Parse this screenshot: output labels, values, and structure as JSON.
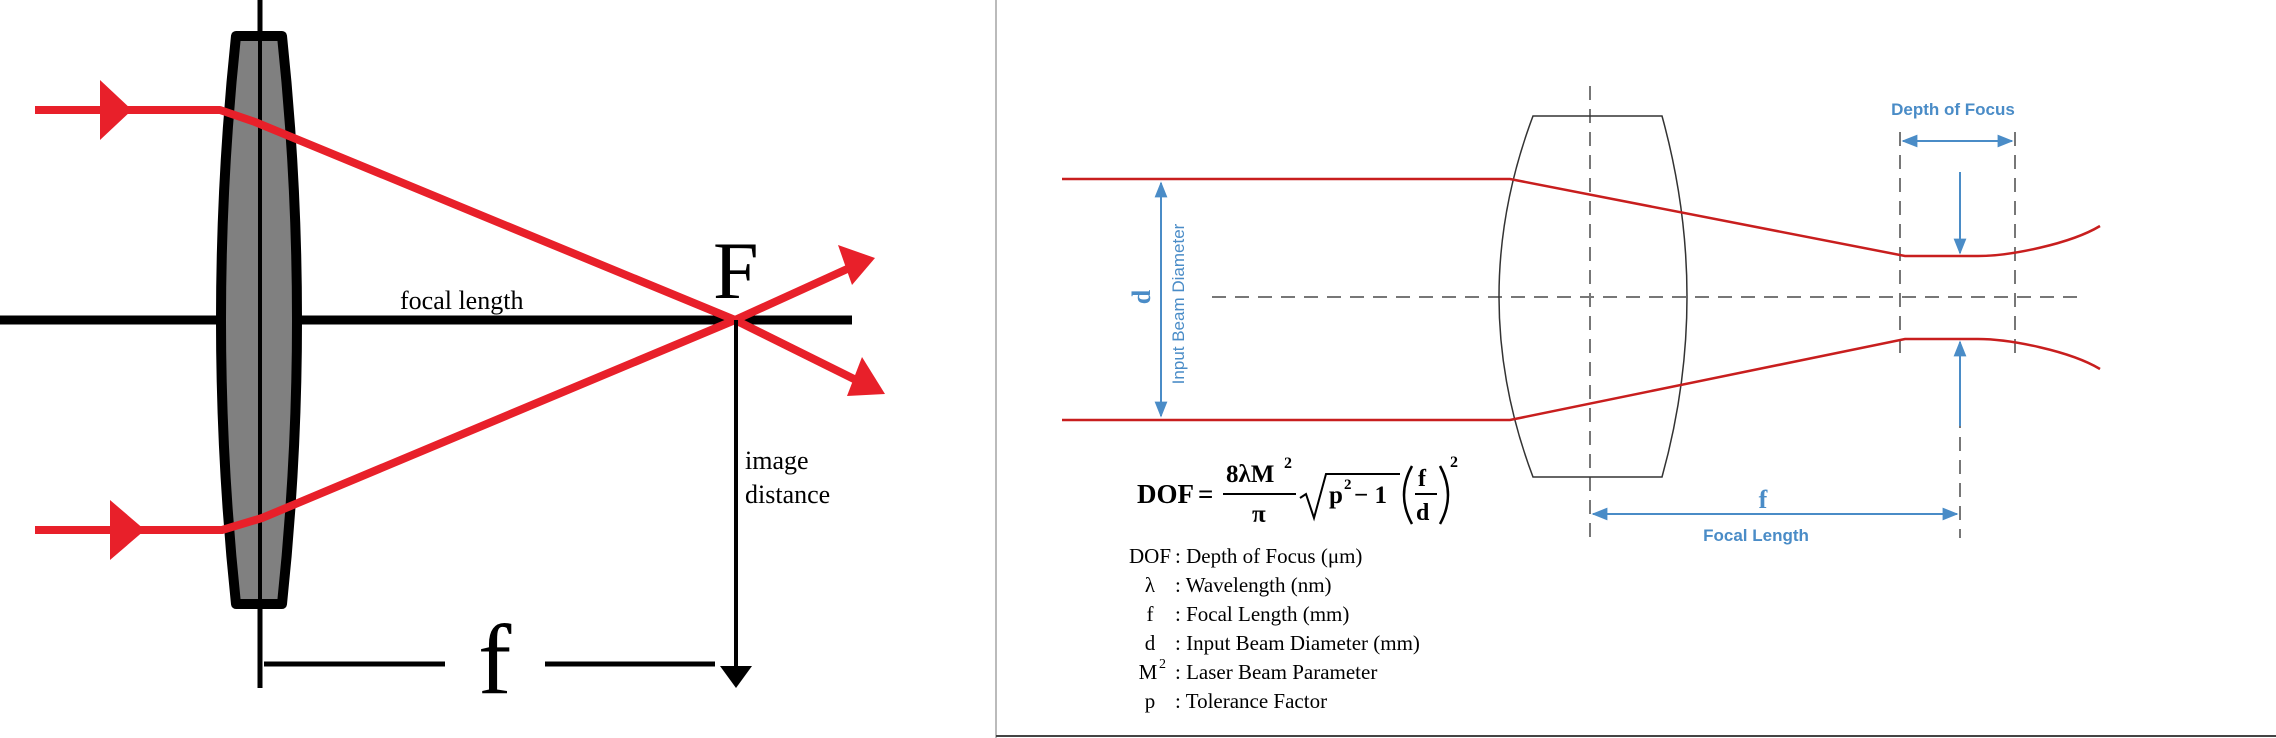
{
  "left_diagram": {
    "focal_point_label": "F",
    "focal_length_label": "focal length",
    "image_distance_line1": "image",
    "image_distance_line2": "distance",
    "f_label": "f",
    "ray_color": "#e8202a",
    "lens_fill": "#808080"
  },
  "right_diagram": {
    "depth_of_focus_label": "Depth of Focus",
    "d_label": "d",
    "input_beam_diameter_label": "Input Beam Diameter",
    "f_label": "f",
    "focal_length_label": "Focal Length",
    "accent_color": "#4a8cc7",
    "beam_color": "#c81e1e",
    "formula": {
      "lhs": "DOF",
      "eq": "=",
      "numerator": "8λM",
      "numerator_sup": "2",
      "denominator": "π",
      "radicand": "p",
      "radicand_sup": "2",
      "radicand_tail": " − 1",
      "frac_num": "f",
      "frac_den": "d",
      "outer_sup": "2"
    },
    "legend": [
      {
        "sym": "DOF",
        "sym_sup": "",
        "desc": ": Depth of Focus (μm)"
      },
      {
        "sym": "λ",
        "sym_sup": "",
        "desc": ": Wavelength (nm)"
      },
      {
        "sym": "f",
        "sym_sup": "",
        "desc": ": Focal Length (mm)"
      },
      {
        "sym": "d",
        "sym_sup": "",
        "desc": ": Input Beam Diameter (mm)"
      },
      {
        "sym": "M",
        "sym_sup": "2",
        "desc": ": Laser Beam Parameter"
      },
      {
        "sym": "p",
        "sym_sup": "",
        "desc": ": Tolerance Factor"
      }
    ]
  }
}
